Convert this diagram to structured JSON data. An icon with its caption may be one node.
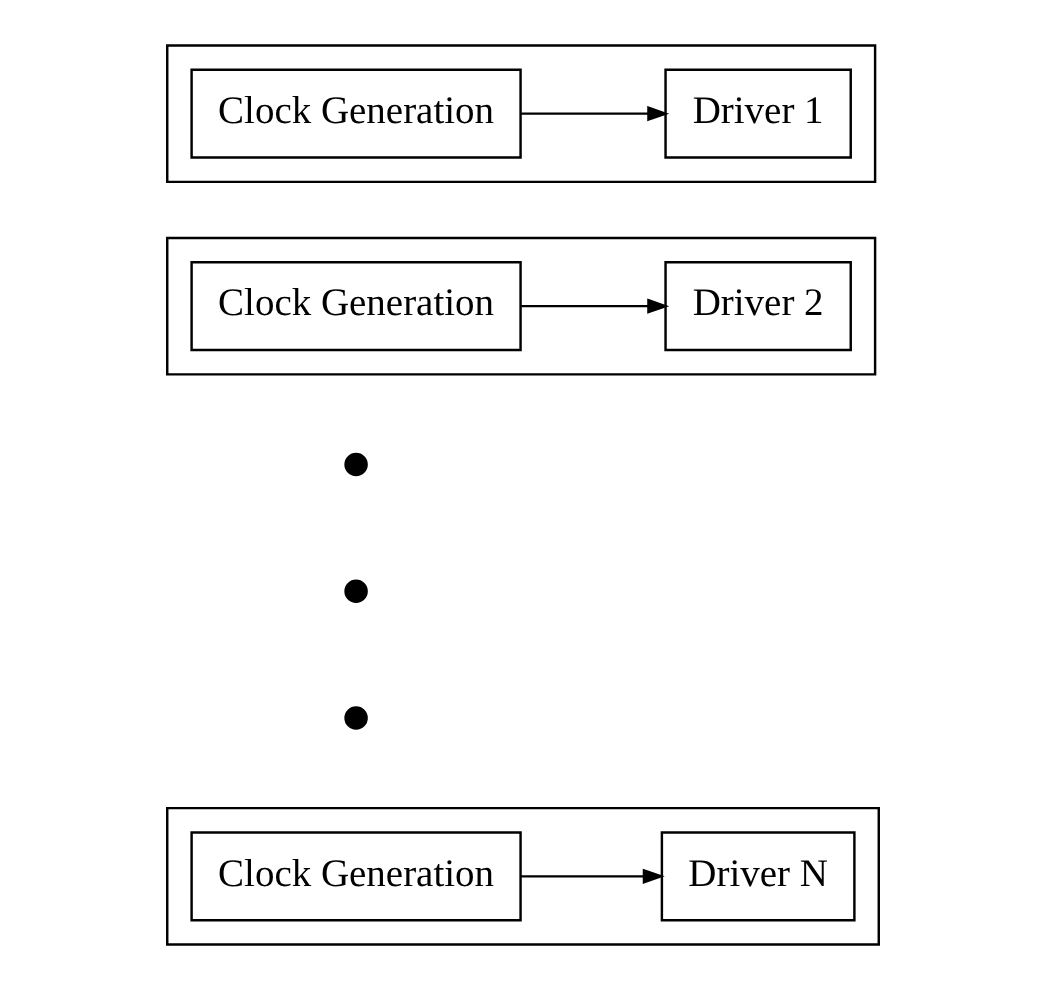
{
  "diagram": {
    "nodes": [
      {
        "text": [],
        "shape": "box"
      },
      {
        "text": [
          "Clock Generation"
        ],
        "in": 0
      },
      {
        "text": [
          "Driver 1"
        ],
        "in": 0
      },
      {
        "text": [],
        "shape": "box"
      },
      {
        "text": [
          "Clock Generation"
        ],
        "in": 3
      },
      {
        "text": [
          "Driver 2"
        ],
        "in": 3
      },
      {
        "text": [],
        "shape": "box"
      },
      {
        "text": [
          "Clock Generation"
        ],
        "in": 6
      },
      {
        "text": [
          "Driver N"
        ],
        "in": 6
      }
    ],
    "edges": [
      {
        "from": 1,
        "to": 2,
        "arrow": "to"
      },
      {
        "from": 4,
        "to": 5,
        "arrow": "to"
      },
      {
        "from": 7,
        "to": 8,
        "arrow": "to"
      }
    ]
  }
}
